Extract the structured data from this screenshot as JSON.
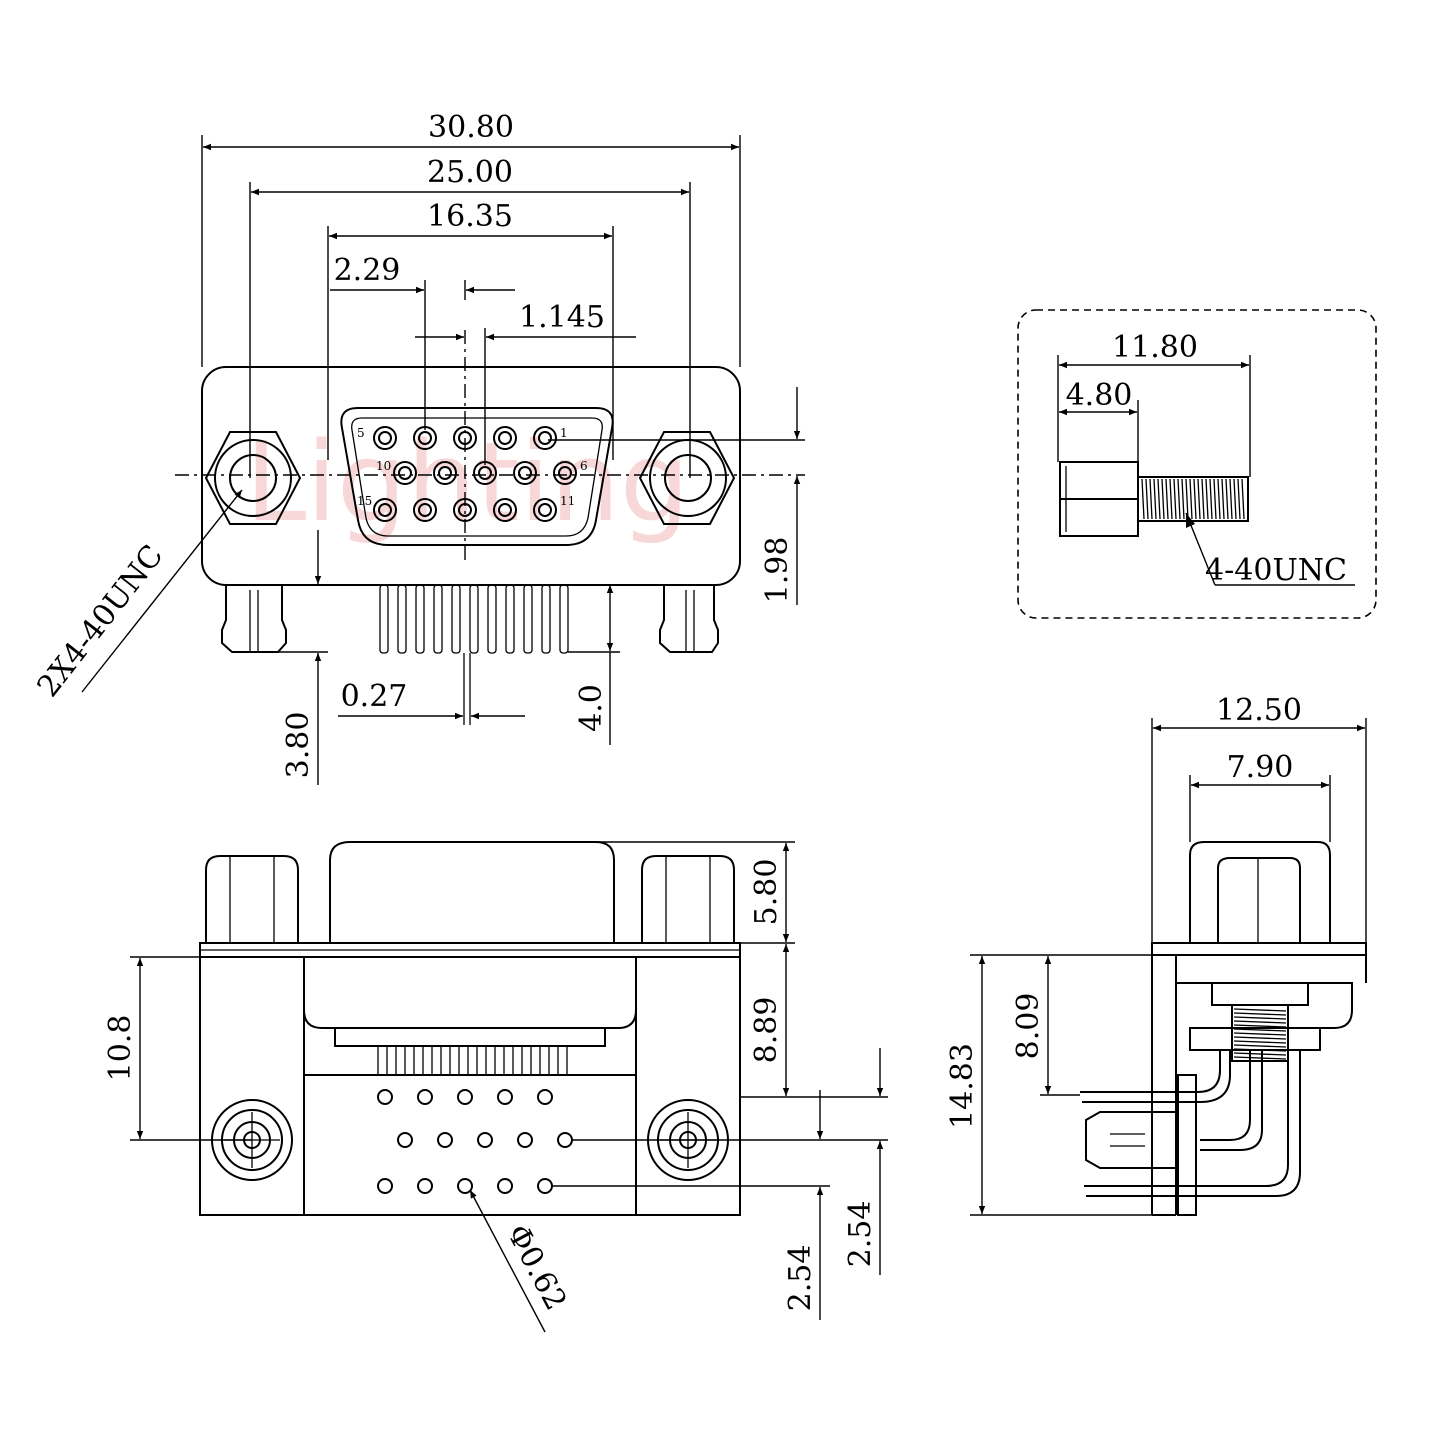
{
  "watermark": "Lighting",
  "top_view": {
    "overall_width": "30.80",
    "mount_spacing": "25.00",
    "shell_width": "16.35",
    "row_pitch": "2.29",
    "row_offset": "1.145",
    "thread_callout": "2X4-40UNC",
    "row_height": "1.98",
    "pcb_offset": "3.80",
    "pin_length": "4.0",
    "pin_width": "0.27",
    "pin_numbers": [
      "1",
      "5",
      "6",
      "10",
      "11",
      "15"
    ]
  },
  "screw_detail": {
    "overall_length": "11.80",
    "hex_length": "4.80",
    "thread_callout": "4-40UNC"
  },
  "front_view": {
    "flange_top": "5.80",
    "mount_height": "10.8",
    "body_height": "8.89",
    "pitch_a": "2.54",
    "pitch_b": "2.54",
    "hole_dia": "Φ0.62"
  },
  "side_view": {
    "depth": "12.50",
    "inner_depth": "7.90",
    "height": "14.83",
    "offset": "8.09"
  }
}
